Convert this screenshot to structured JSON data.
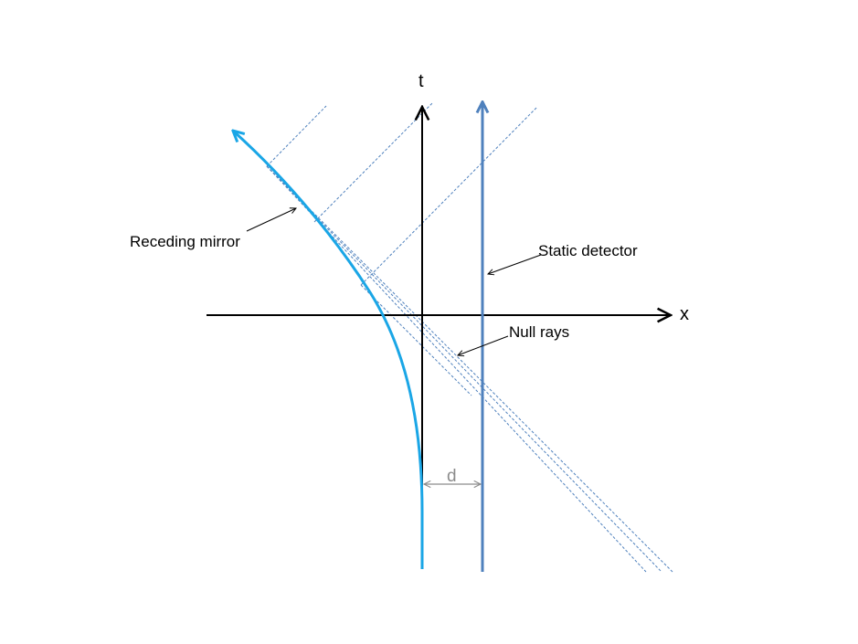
{
  "axes": {
    "x_label": "x",
    "t_label": "t"
  },
  "labels": {
    "mirror": "Receding mirror",
    "detector": "Static detector",
    "null_rays": "Null rays",
    "distance": "d"
  },
  "colors": {
    "mirror": "#1aa6e6",
    "detector": "#4f81bd",
    "rays": "#4f81bd",
    "axes": "#000000",
    "distance_marker": "#8c8c8c"
  }
}
